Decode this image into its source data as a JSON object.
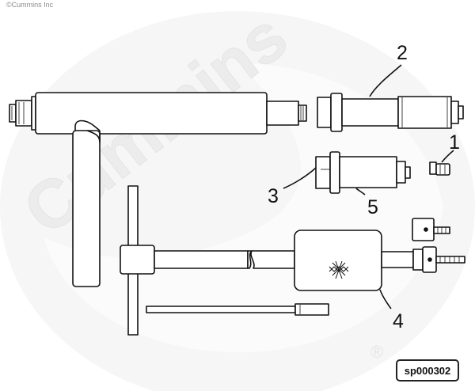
{
  "copyright": "©Cummins Inc",
  "watermark": {
    "text": "Cummins",
    "registered_mark": "®",
    "color": "#ececec"
  },
  "callouts": {
    "c1": "1",
    "c2": "2",
    "c3": "3",
    "c4": "4",
    "c5": "5"
  },
  "figure_id": "sp000302",
  "colors": {
    "line": "#111111",
    "fill": "#ffffff",
    "watermark": "#ececec"
  }
}
